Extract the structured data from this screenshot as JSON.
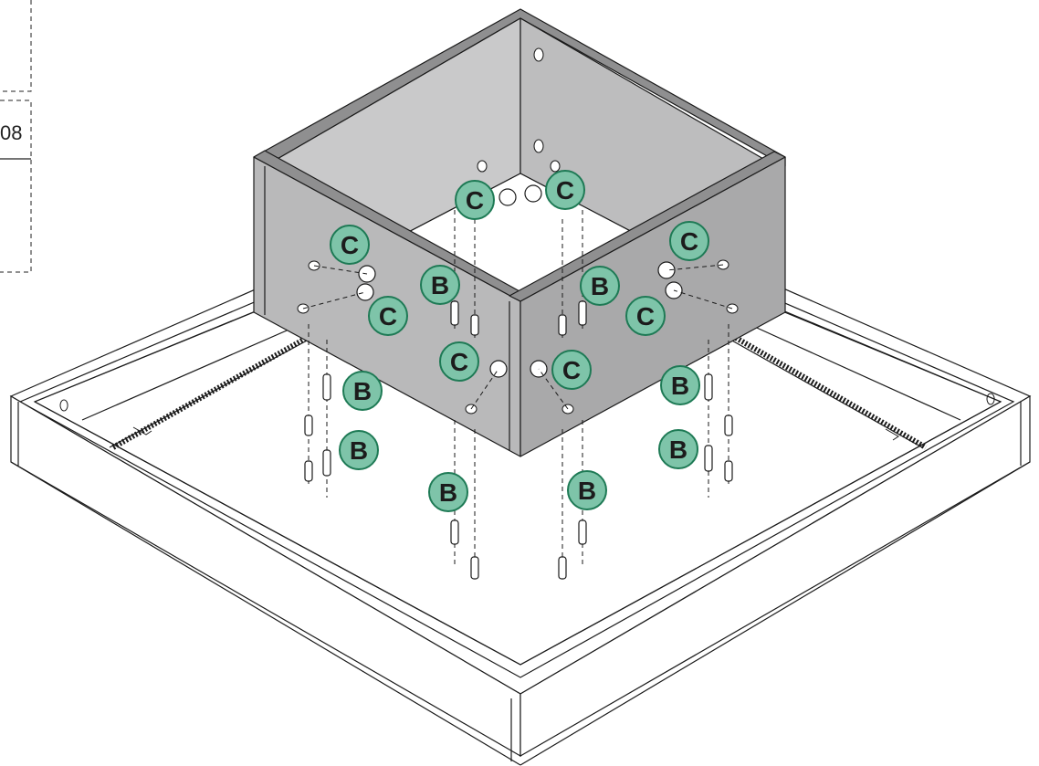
{
  "step_box": {
    "number_fragment": "08"
  },
  "colors": {
    "callout_fill": "#7ec4a9",
    "callout_stroke": "#1e7a55",
    "panel_fill": "#b9b9ba",
    "panel_dark": "#8f8f90",
    "line": "#1a1a1a"
  },
  "parts": {
    "dowel_label": "B",
    "cam_lock_label": "C"
  },
  "callouts": {
    "c1": "C",
    "c2": "C",
    "c3": "C",
    "c4": "C",
    "c5": "C",
    "c6": "C",
    "c7": "C",
    "c8": "C",
    "b1": "B",
    "b2": "B",
    "b3": "B",
    "b4": "B",
    "b5": "B",
    "b6": "B",
    "b7": "B",
    "b8": "B"
  }
}
